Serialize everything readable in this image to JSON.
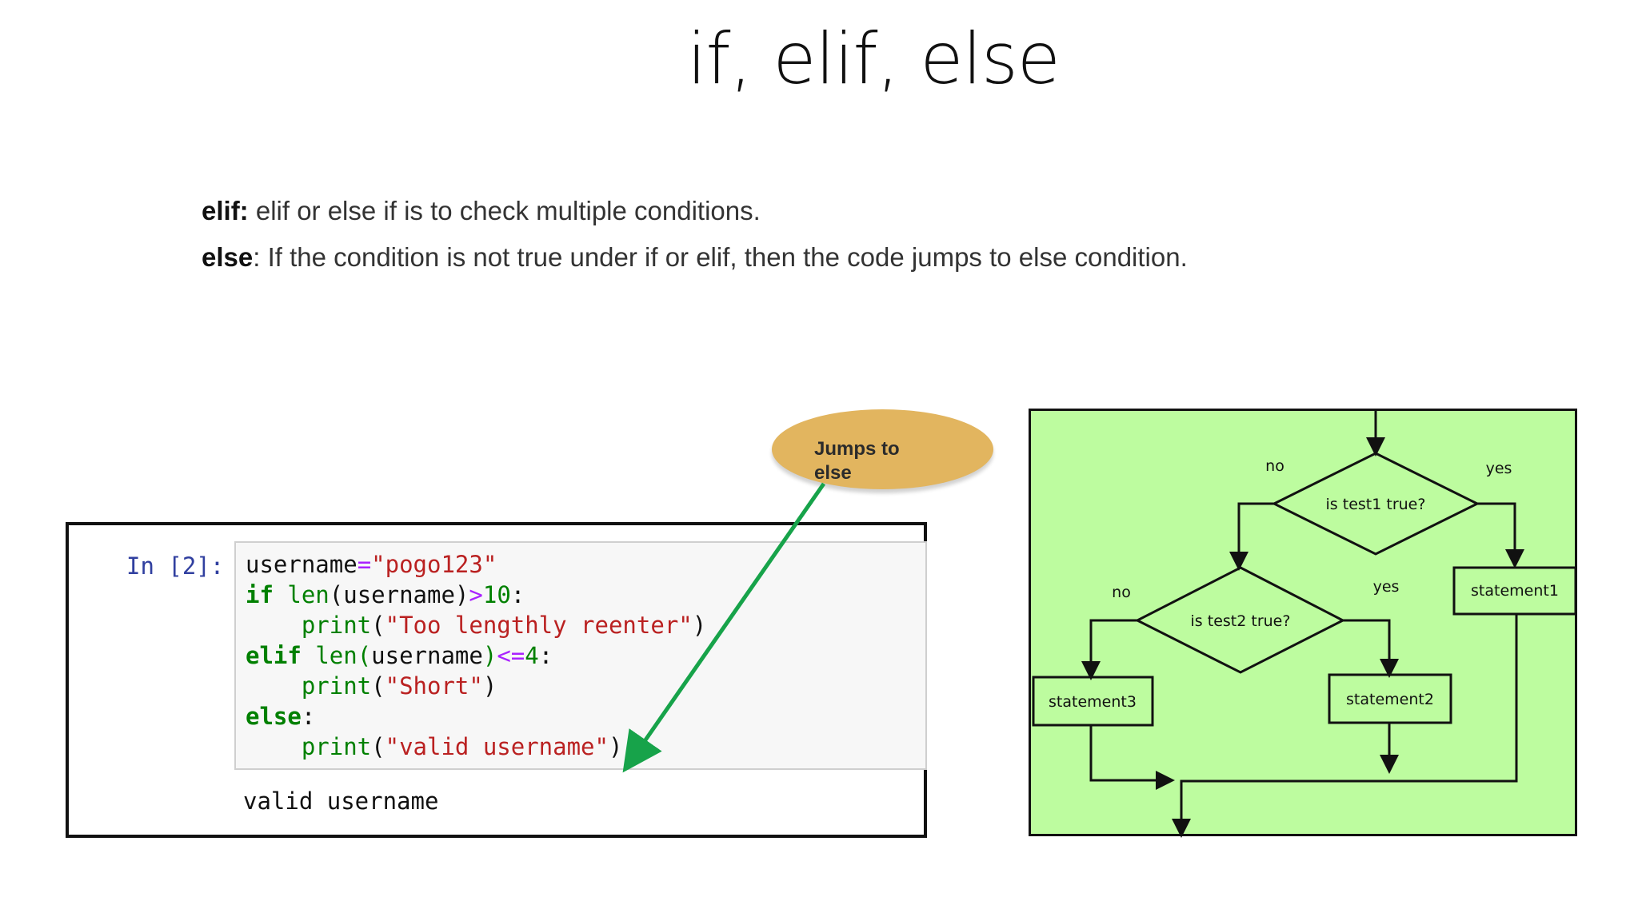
{
  "slide": {
    "title": "if, elif, else"
  },
  "definitions": {
    "elif_term": "elif:",
    "elif_text": " elif or else if is to check multiple conditions.",
    "else_term": "else",
    "else_text": ": If the condition is not true under if or elif, then the code jumps to else condition."
  },
  "notebook": {
    "prompt": "In [2]:",
    "code": {
      "l1_var": "username",
      "l1_op": "=",
      "l1_str": "\"pogo123\"",
      "l2_kw": "if",
      "l2_fn": "len",
      "l2_arg": "(username)",
      "l2_op": ">",
      "l2_num": "10",
      "l2_end": ":",
      "l3_indent": "    ",
      "l3_fn": "print",
      "l3_open": "(",
      "l3_str": "\"Too lengthly reenter\"",
      "l3_close": ")",
      "l4_kw": "elif",
      "l4_fn": "len",
      "l4_open": "(",
      "l4_arg": "username",
      "l4_close": ")",
      "l4_op": "<=",
      "l4_num": "4",
      "l4_end": ":",
      "l5_indent": "    ",
      "l5_fn": "print",
      "l5_open": "(",
      "l5_str": "\"Short\"",
      "l5_close": ")",
      "l6_kw": "else",
      "l6_end": ":",
      "l7_indent": "    ",
      "l7_fn": "print",
      "l7_open": "(",
      "l7_str": "\"valid username\"",
      "l7_close": ")"
    },
    "output": "valid username"
  },
  "callout": {
    "text": "Jumps to else"
  },
  "flowchart": {
    "decision1": "is test1 true?",
    "decision2": "is test2 true?",
    "statement1": "statement1",
    "statement2": "statement2",
    "statement3": "statement3",
    "label_no_1": "no",
    "label_yes_1": "yes",
    "label_no_2": "no",
    "label_yes_2": "yes"
  },
  "colors": {
    "flowchart_bg": "#bdfc9f",
    "callout_fill": "#e2b55f",
    "arrow_green": "#17a34a"
  }
}
